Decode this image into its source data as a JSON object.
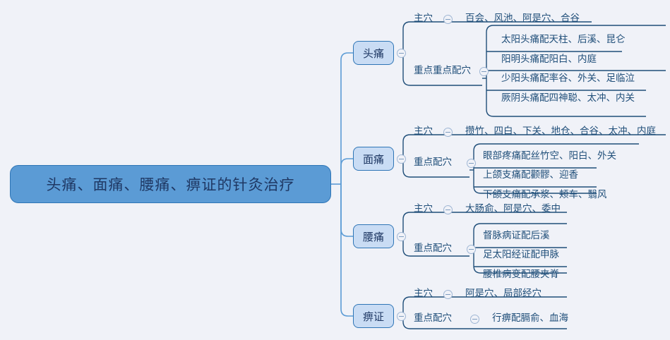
{
  "canvas": {
    "background": "#f0f2f8",
    "root_fill": "#5b9bd5",
    "branch_fill": "#c9dcf4",
    "line_color_level1": "#5b9bd5",
    "line_color_level2": "#1f4e79",
    "text_color": "#1f4e79"
  },
  "root": {
    "label": "头痛、面痛、腰痛、痹证的针灸治疗"
  },
  "toggle_icon": "collapse-minus-icon",
  "branches": [
    {
      "label": "头痛",
      "categories": [
        {
          "label": "主穴",
          "items": [
            "百会、风池、阿是穴、合谷"
          ]
        },
        {
          "label": "重点重点配穴",
          "items": [
            "太阳头痛配天柱、后溪、昆仑",
            "阳明头痛配阳白、内庭",
            "少阳头痛配率谷、外关、足临泣",
            "厥阴头痛配四神聪、太冲、内关"
          ]
        }
      ]
    },
    {
      "label": "面痛",
      "categories": [
        {
          "label": "主穴",
          "items": [
            "攒竹、四白、下关、地仓、合谷、太冲、内庭"
          ]
        },
        {
          "label": "重点配穴",
          "items": [
            "眼部疼痛配丝竹空、阳白、外关",
            "上颌支痛配颧髎、迎香",
            "下颌支痛配承浆、颊车、翳风"
          ]
        }
      ]
    },
    {
      "label": "腰痛",
      "categories": [
        {
          "label": "主穴",
          "items": [
            "大肠俞、阿是穴、委中"
          ]
        },
        {
          "label": "重点配穴",
          "items": [
            "督脉病证配后溪",
            "足太阳经证配申脉",
            "腰椎病变配腰夹脊"
          ]
        }
      ]
    },
    {
      "label": "痹证",
      "categories": [
        {
          "label": "主穴",
          "items": [
            "阿是穴、局部经穴"
          ]
        },
        {
          "label": "重点配穴",
          "items": [
            "行痹配膈俞、血海"
          ]
        }
      ]
    }
  ]
}
